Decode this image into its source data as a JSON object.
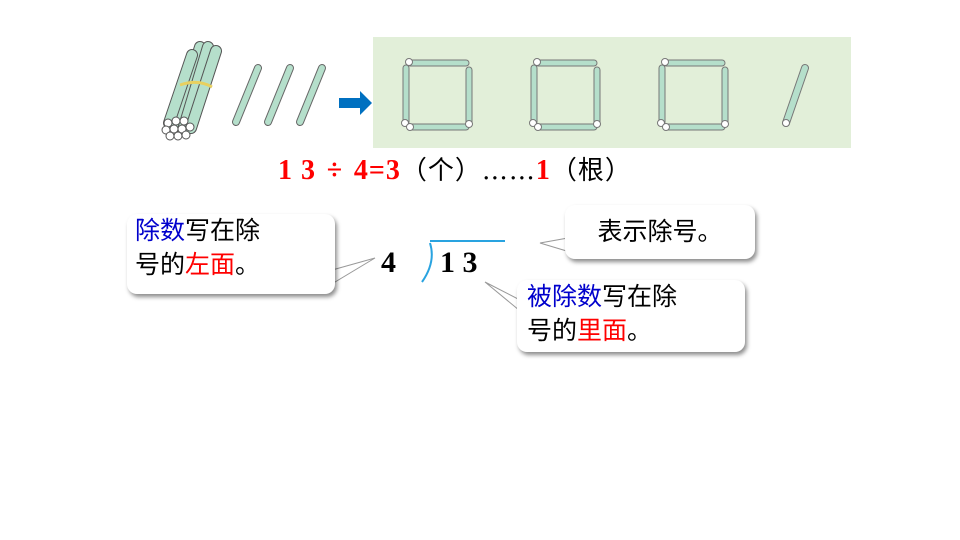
{
  "equation": {
    "dividend": "1 3",
    "divide_sign": "÷",
    "divisor": "4",
    "equals": "=",
    "quotient": "3",
    "quotient_unit": "（个）",
    "ellipsis": "……",
    "remainder": "1",
    "remainder_unit": "（根）"
  },
  "long_division": {
    "divisor": "4",
    "dividend": "1 3"
  },
  "callouts": {
    "divisor_note": {
      "part1": "除数",
      "part2": "写在除",
      "part3": "号的",
      "part4": "左面",
      "part5": "。"
    },
    "sign_note": {
      "text": "表示除号。"
    },
    "dividend_note": {
      "part1": "被除数",
      "part2": "写在除",
      "part3": "号的",
      "part4": "里面",
      "part5": "。"
    }
  },
  "illustration": {
    "bundle": "bundle-of-10-sticks",
    "loose_sticks": 3,
    "squares": 3,
    "leftover_sticks": 1
  },
  "colors": {
    "stick": "#b5dfcb",
    "panel": "#e2efd9",
    "arrow": "#0070c0",
    "red": "#ff0000",
    "blue": "#0000cc",
    "division_line": "#29a3e0"
  }
}
